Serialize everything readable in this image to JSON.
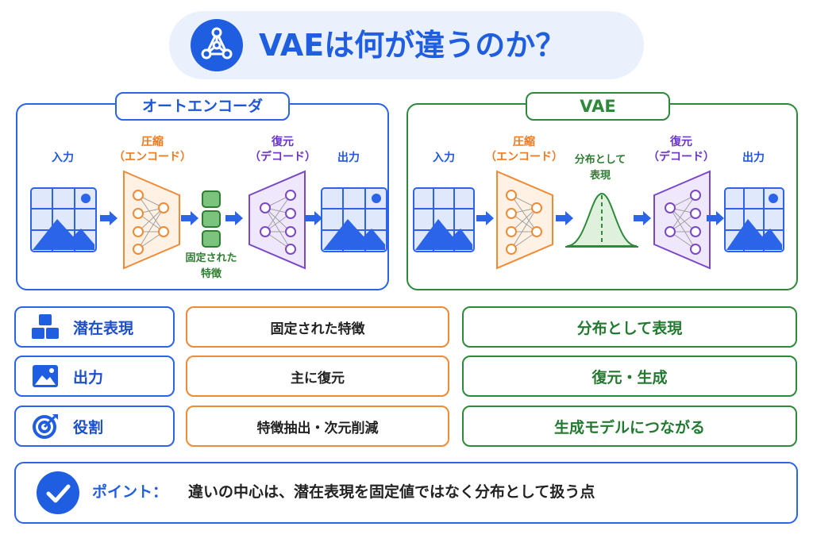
{
  "title": "VAEは何が違うのか？",
  "autoencoder": {
    "label": "オートエンコーダ",
    "input_label": "入力",
    "encoder_label": "圧縮",
    "encoder_sub": "（エンコード）",
    "latent_line1": "固定された",
    "latent_line2": "特徴",
    "decoder_label": "復元",
    "decoder_sub": "（デコード）",
    "output_label": "出力"
  },
  "vae": {
    "label": "VAE",
    "input_label": "入力",
    "encoder_label": "圧縮",
    "encoder_sub": "（エンコード）",
    "latent_line1": "分布として",
    "latent_line2": "表現",
    "decoder_label": "復元",
    "decoder_sub": "（デコード）",
    "output_label": "出力"
  },
  "comparison": [
    {
      "label": "潜在表現",
      "icon": "cubes-icon",
      "autoencoder": "固定された特徴",
      "vae": "分布として表現"
    },
    {
      "label": "出力",
      "icon": "image-icon",
      "autoencoder": "主に復元",
      "vae": "復元・生成"
    },
    {
      "label": "役割",
      "icon": "target-icon",
      "autoencoder": "特徴抽出・次元削減",
      "vae": "生成モデルにつながる"
    }
  ],
  "point": {
    "label": "ポイント：",
    "text": "違いの中心は、潜在表現を固定値ではなく分布として扱う点"
  },
  "colors": {
    "blue": "#2b64e8",
    "green": "#2e8a3b",
    "orange": "#ef8a35",
    "purple": "#7a48c8"
  }
}
